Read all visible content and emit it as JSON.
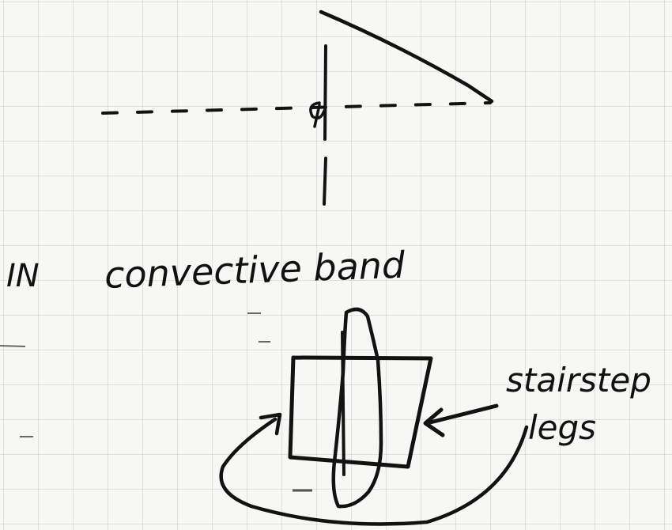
{
  "labels": {
    "in_label": "IN",
    "band_label": "convective band",
    "stairstep_label": "stairstep",
    "legs_label": "legs"
  },
  "colors": {
    "paper": "#f7f7f5",
    "grid": "#c9c9c9",
    "ink": "#121212"
  }
}
